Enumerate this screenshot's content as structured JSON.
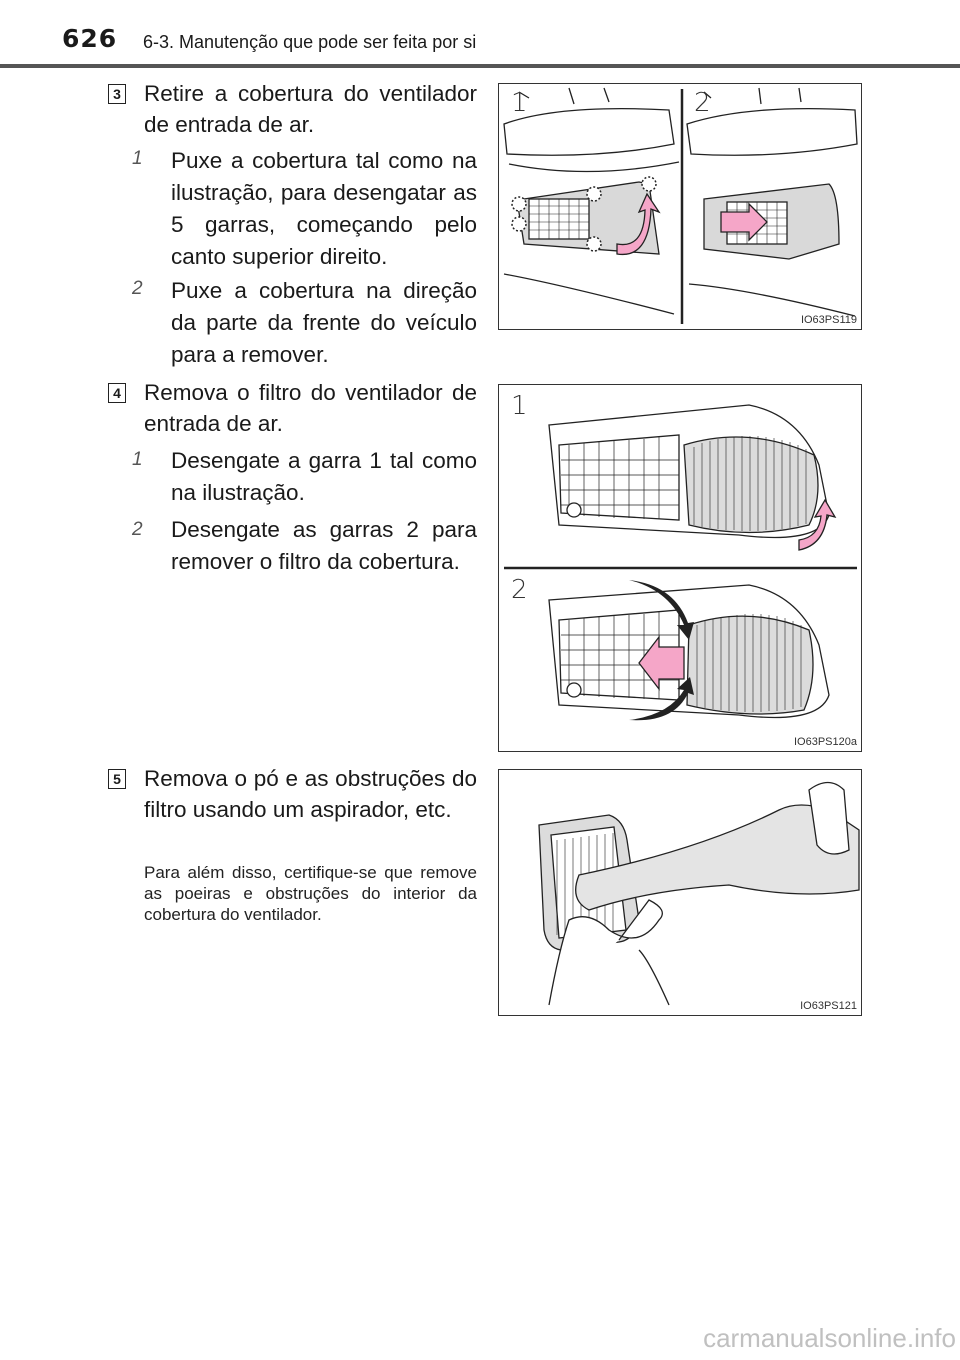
{
  "header": {
    "page_number": "626",
    "section_title": "6-3. Manutenção que pode ser feita por si"
  },
  "steps": [
    {
      "number": "3",
      "text": "Retire a cobertura do ventilador de entrada de ar.",
      "substeps": [
        {
          "number": "1",
          "text": "Puxe a cobertura tal como na ilustração, para desengatar as 5 garras, começando pelo canto superior direito."
        },
        {
          "number": "2",
          "text": "Puxe a cobertura na direção da parte da frente do veículo para a remover."
        }
      ],
      "figure": {
        "code": "IO63PS119",
        "labels": [
          "1",
          "2"
        ]
      }
    },
    {
      "number": "4",
      "text": "Remova o filtro do ventilador de entrada de ar.",
      "substeps": [
        {
          "number": "1",
          "text": "Desengate a garra 1 tal como na ilustração."
        },
        {
          "number": "2",
          "text": "Desengate as garras 2 para remover o filtro da cobertura."
        }
      ],
      "figure": {
        "code": "IO63PS120a",
        "labels": [
          "1",
          "2"
        ]
      }
    },
    {
      "number": "5",
      "text": "Remova o pó e as obstruções do filtro usando um aspirador, etc.",
      "note": "Para além disso, certifique-se que remove as poeiras e obstruções do interior da cobertura do ventilador.",
      "figure": {
        "code": "IO63PS121"
      }
    }
  ],
  "watermark": "carmanualsonline.info",
  "colors": {
    "highlight": "#f5a6c8",
    "panel_gray": "#d9d9d9"
  }
}
